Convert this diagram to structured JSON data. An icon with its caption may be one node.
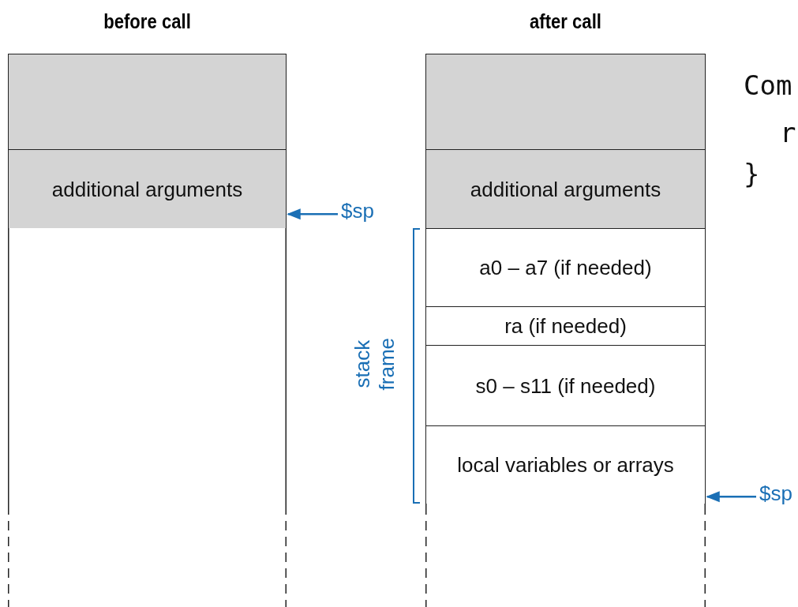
{
  "diagram": {
    "nodes": [
      {
        "text": [
          "before call"
        ]
      },
      {
        "text": [],
        "shape": "box",
        "in": 0
      },
      {
        "text": [
          "additional arguments"
        ],
        "in": 0
      },
      {
        "text": [],
        "shape": "box",
        "in": 0
      },
      {
        "text": [
          "after call"
        ]
      },
      {
        "text": [],
        "shape": "box",
        "in": 4
      },
      {
        "text": [
          "additional arguments"
        ],
        "in": 4
      },
      {
        "text": [
          "a0 – a7 (if needed)"
        ],
        "in": 4
      },
      {
        "text": [
          "ra (if needed)"
        ],
        "in": 4
      },
      {
        "text": [
          "s0 – s11 (if needed)"
        ],
        "in": 4
      },
      {
        "text": [
          "local variables or arrays"
        ],
        "in": 4
      },
      {
        "text": [],
        "shape": "box",
        "in": 4
      },
      {
        "text": [
          "$sp"
        ]
      },
      {
        "text": [
          "$sp"
        ]
      }
    ],
    "edges": [
      {
        "from": 12,
        "to": 2,
        "arrow": "to"
      },
      {
        "from": 13,
        "to": 10,
        "arrow": "to"
      }
    ],
    "labels": [
      "Com",
      "r",
      "}",
      "stack frame"
    ]
  }
}
